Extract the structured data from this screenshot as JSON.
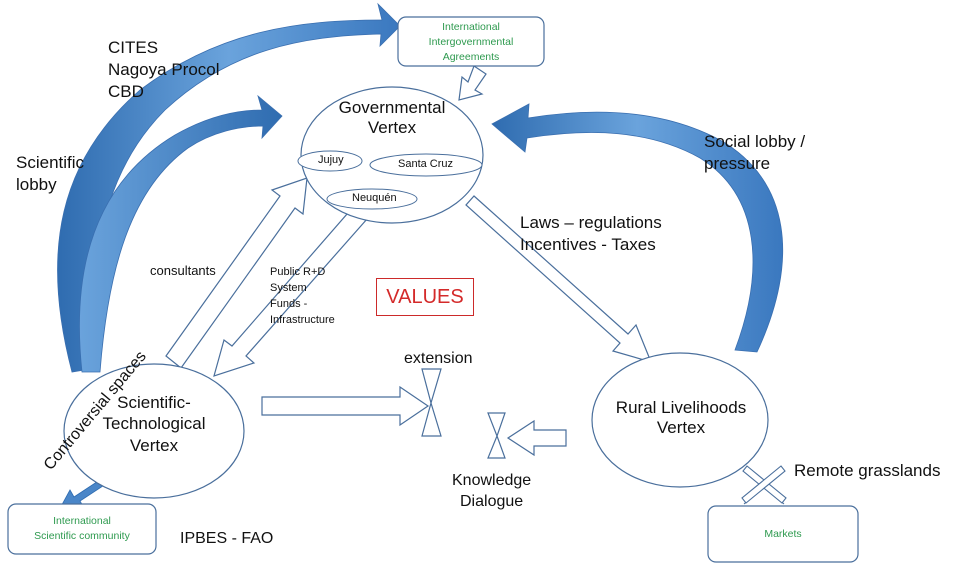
{
  "boxes": {
    "international_agreements": "International\nIntergovernmental\nAgreements",
    "international_community": "International\nScientific community",
    "markets": "Markets"
  },
  "vertices": {
    "governmental": "Governmental\nVertex",
    "scientific": "Scientific-\nTechnological\nVertex",
    "rural": "Rural Livelihoods\nVertex"
  },
  "provinces": [
    "Jujuy",
    "Santa Cruz",
    "Neuquén"
  ],
  "labels": {
    "treaties": "CITES\nNagoya Procol\nCBD",
    "scientific_lobby": "Scientific\nlobby",
    "social_lobby": "Social lobby /\npressure",
    "laws": "Laws – regulations\nIncentives -  Taxes",
    "consultants": "consultants",
    "public_rd": "Public R+D\nSystem\nFunds -\nInfrastructure",
    "values": "VALUES",
    "controversial": "Controversial spaces",
    "extension": "extension",
    "knowledge": "Knowledge\nDialogue",
    "remote": "Remote grasslands",
    "ipbes": "IPBES - FAO"
  },
  "colors": {
    "blue_arrow": "#4a86c8",
    "green_text": "#2e9a4f",
    "values_red": "#d42a2a"
  }
}
